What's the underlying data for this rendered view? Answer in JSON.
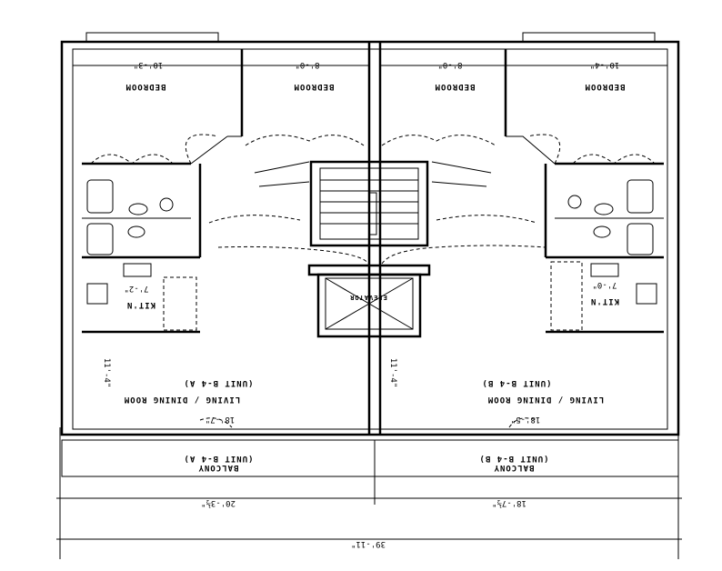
{
  "plan": {
    "unit_a": {
      "bedroom_1": {
        "label": "BEDROOM",
        "dim": "10'-3\""
      },
      "bedroom_2": {
        "label": "BEDROOM",
        "dim": "8'-0\""
      },
      "kitchen": {
        "label": "KIT'N",
        "dim": "7'-2\""
      },
      "living": {
        "label": "LIVING / DINING ROOM",
        "unit": "(UNIT B-4 A)",
        "dim": "18'-7\"",
        "side_dim": "11'-4\""
      },
      "balcony": {
        "label": "BALCONY",
        "unit": "(UNIT B-4 A)"
      },
      "width_dim": "20'-3½\""
    },
    "unit_b": {
      "bedroom_1": {
        "label": "BEDROOM",
        "dim": "8'-0\""
      },
      "bedroom_2": {
        "label": "BEDROOM",
        "dim": "10'-4\""
      },
      "kitchen": {
        "label": "KIT'N",
        "dim": "7'-0\""
      },
      "living": {
        "label": "LIVING / DINING ROOM",
        "unit": "(UNIT B-4 B)",
        "dim": "18'-5\"",
        "side_dim": "11'-4\""
      },
      "balcony": {
        "label": "BALCONY",
        "unit": "(UNIT B-4 B)"
      },
      "width_dim": "18'-7½\""
    },
    "core": {
      "elevator": "ELEVATOR"
    },
    "overall_dim": "39'-11\""
  }
}
